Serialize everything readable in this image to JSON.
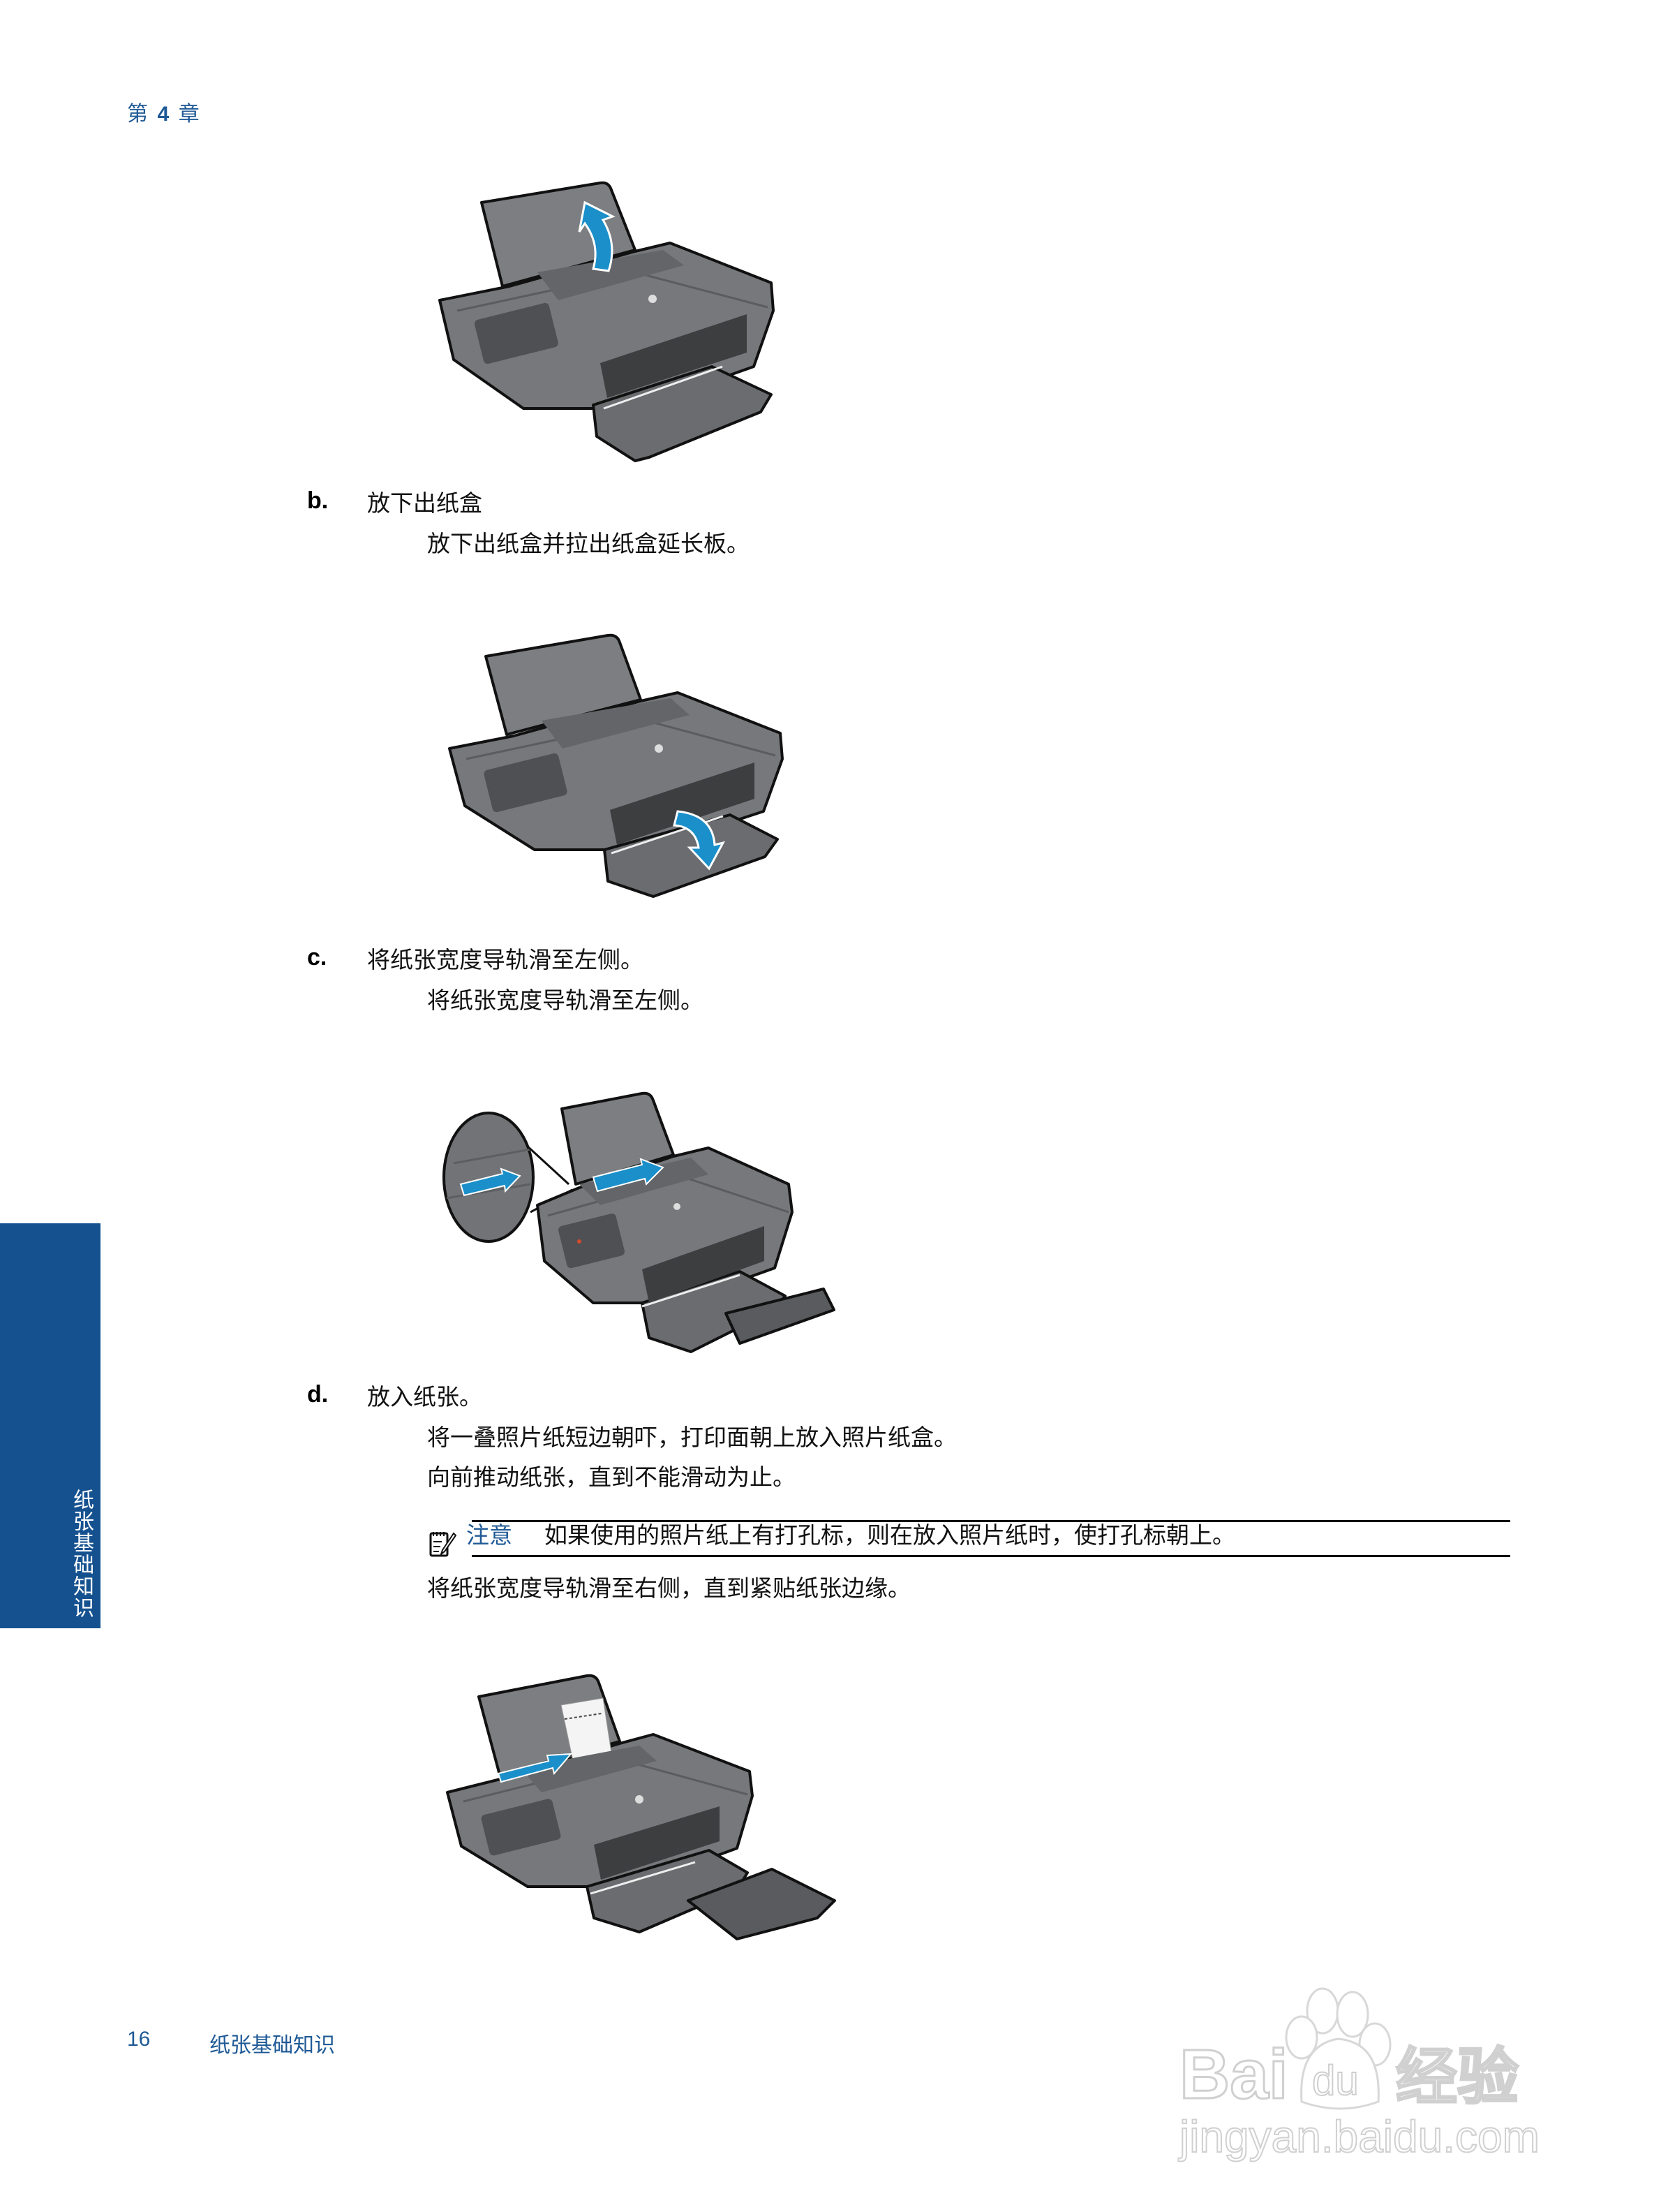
{
  "header": {
    "chapter_prefix": "第",
    "chapter_number": "4",
    "chapter_suffix": "章"
  },
  "figures": [
    {
      "name": "raise-input-tray",
      "arrow": "curved-up",
      "accent_color": "#1b8fc9"
    },
    {
      "name": "lower-output-tray",
      "arrow": "curved-down",
      "accent_color": "#1b8fc9"
    },
    {
      "name": "slide-guide-left",
      "arrow": "left",
      "inset": true,
      "accent_color": "#1b8fc9"
    },
    {
      "name": "load-photo-paper",
      "arrow": "right",
      "accent_color": "#1b8fc9"
    }
  ],
  "steps": {
    "b": {
      "letter": "b",
      "title": "放下出纸盒",
      "lines": [
        "放下出纸盒并拉出纸盒延长板。"
      ]
    },
    "c": {
      "letter": "c",
      "title": "将纸张宽度导轨滑至左侧。",
      "lines": [
        "将纸张宽度导轨滑至左侧。"
      ]
    },
    "d": {
      "letter": "d",
      "title": "放入纸张。",
      "lines": [
        "将一叠照片纸短边朝吓，打印面朝上放入照片纸盒。",
        "向前推动纸张，直到不能滑动为止。"
      ],
      "note": {
        "icon": "note-pencil-icon",
        "label": "注意",
        "text": "如果使用的照片纸上有打孔标，则在放入照片纸时，使打孔标朝上。"
      },
      "after_note": "将纸张宽度导轨滑至右侧，直到紧贴纸张边缘。"
    }
  },
  "side_tab": {
    "label": "纸张基础知识",
    "color": "#15518f"
  },
  "footer": {
    "page_number": "16",
    "section_title": "纸张基础知识"
  },
  "watermark": {
    "brand": "Bai",
    "brand_paw": "du",
    "brand_cn": "经验",
    "url": "jingyan.baidu.com"
  },
  "colors": {
    "accent_blue": "#1f5a96",
    "tab_blue": "#15518f",
    "arrow_blue": "#1b8fc9",
    "printer_gray": "#6e7073"
  }
}
